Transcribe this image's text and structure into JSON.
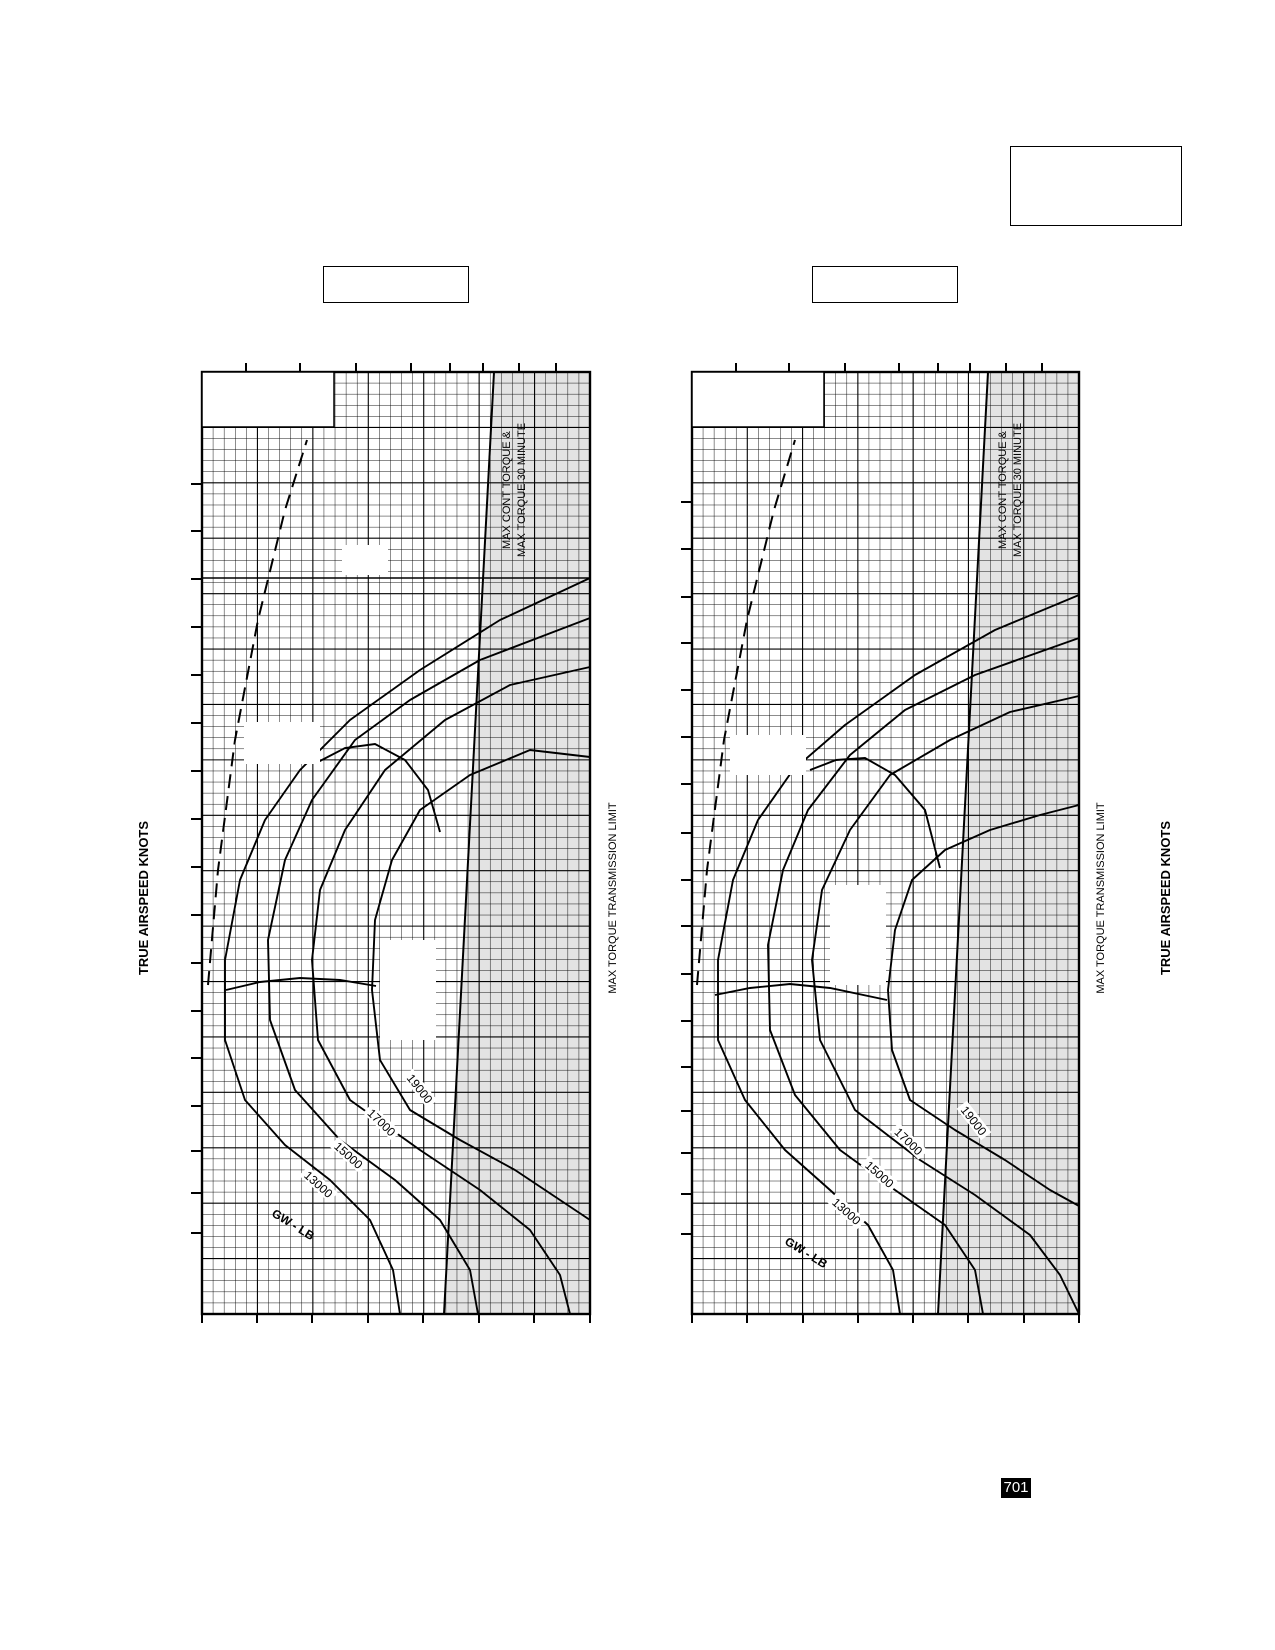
{
  "page_number": "701",
  "colors": {
    "ink": "#000000",
    "limit_shade": "#e3e3e3",
    "paper": "#ffffff"
  },
  "chart_data": [
    {
      "type": "line",
      "title": "",
      "xlabel": "TRUE AIRSPEED  KNOTS",
      "ylabel": "",
      "axes_rotated": "chart printed rotated 90 degrees on the page",
      "grid": true,
      "annotations": {
        "limit_top": "MAX CONT TORQUE &",
        "limit_bottom": "MAX TORQUE  30 MINUTE",
        "transmission": "MAX TORQUE  TRANSMISSION LIMIT",
        "gw_label": "GW - LB"
      },
      "series": [
        {
          "name": "13000"
        },
        {
          "name": "15000"
        },
        {
          "name": "17000"
        },
        {
          "name": "19000"
        }
      ]
    },
    {
      "type": "line",
      "title": "",
      "xlabel": "TRUE AIRSPEED  KNOTS",
      "ylabel": "",
      "axes_rotated": "chart printed rotated 90 degrees on the page",
      "grid": true,
      "annotations": {
        "limit_top": "MAX CONT TORQUE &",
        "limit_bottom": "MAX TORQUE  30 MINUTE",
        "transmission": "MAX TORQUE  TRANSMISSION LIMIT",
        "gw_label": "GW - LB"
      },
      "series": [
        {
          "name": "13000"
        },
        {
          "name": "15000"
        },
        {
          "name": "17000"
        },
        {
          "name": "19000"
        }
      ]
    }
  ]
}
